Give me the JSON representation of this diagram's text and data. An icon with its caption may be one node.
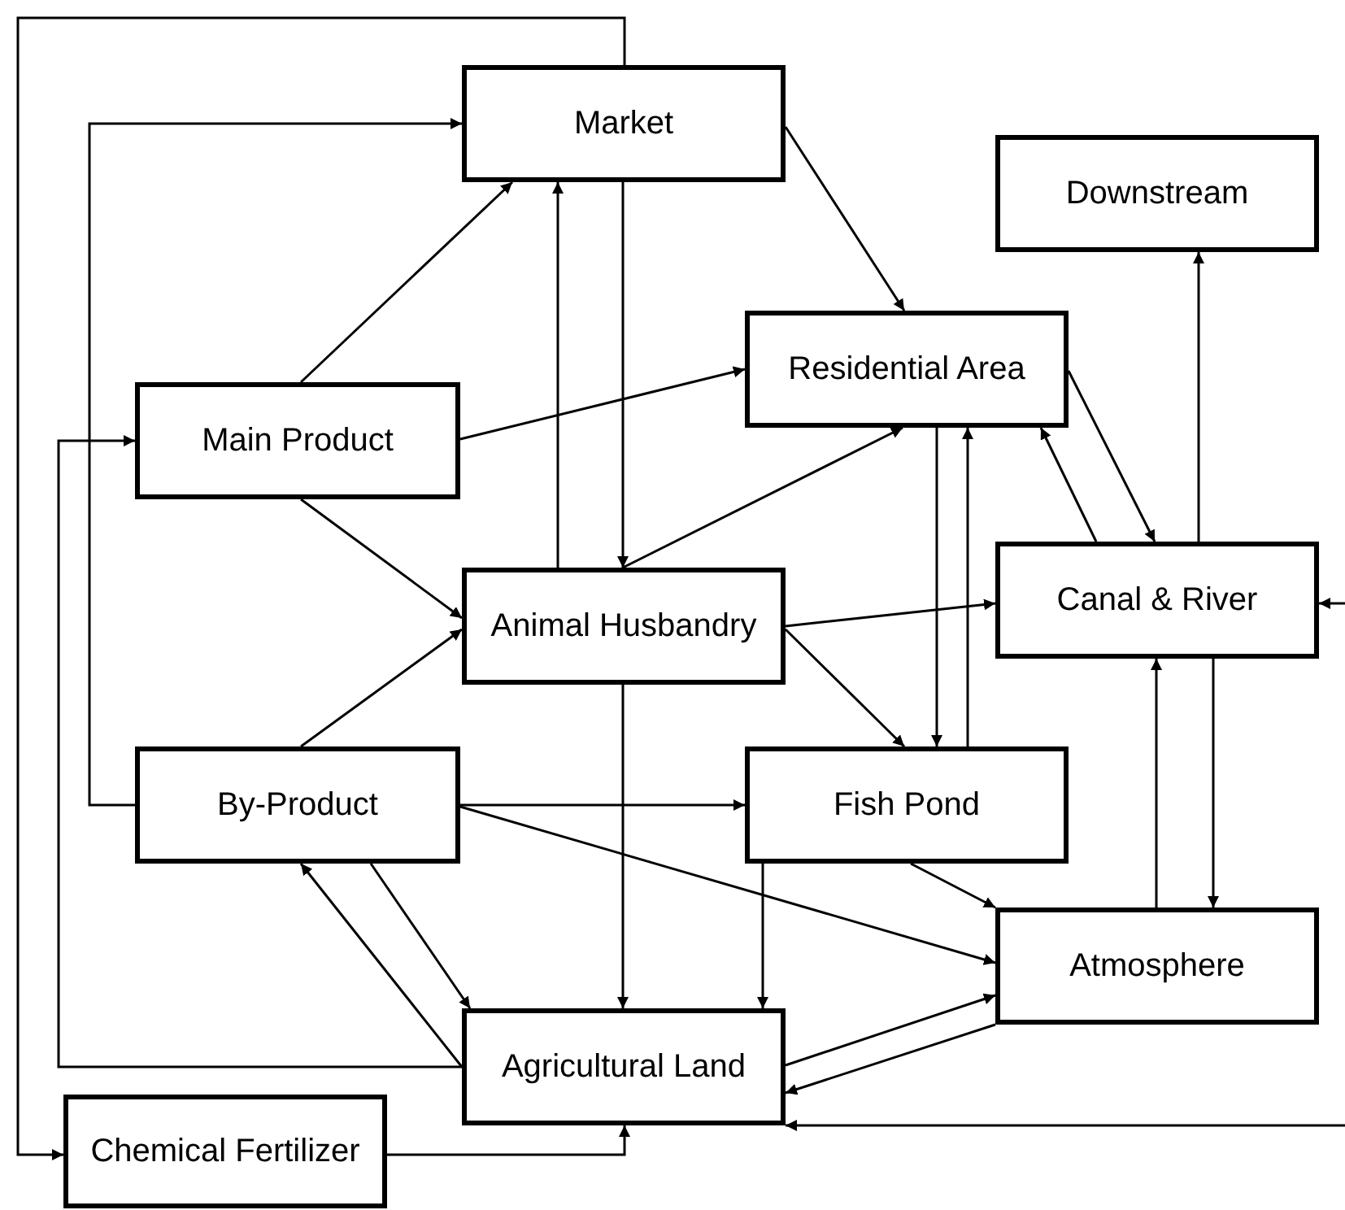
{
  "diagram": {
    "nodes": [
      {
        "text": [
          "Market"
        ]
      },
      {
        "text": [
          "Downstream"
        ]
      },
      {
        "text": [
          "Residential Area"
        ]
      },
      {
        "text": [
          "Main Product"
        ]
      },
      {
        "text": [
          "Animal Husbandry"
        ]
      },
      {
        "text": [
          "Canal & River"
        ]
      },
      {
        "text": [
          "By-Product"
        ]
      },
      {
        "text": [
          "Fish Pond"
        ]
      },
      {
        "text": [
          "Atmosphere"
        ]
      },
      {
        "text": [
          "Agricultural Land"
        ]
      },
      {
        "text": [
          "Chemical Fertilizer"
        ]
      }
    ],
    "edges": [
      {
        "from": 0,
        "to": 10,
        "arrow": "to"
      },
      {
        "from": 6,
        "to": 0,
        "arrow": "to"
      },
      {
        "from": 9,
        "to": 3,
        "arrow": "to"
      },
      {
        "from": 3,
        "to": 0,
        "arrow": "to"
      },
      {
        "from": 3,
        "to": 2,
        "arrow": "to"
      },
      {
        "from": 3,
        "to": 4,
        "arrow": "to"
      },
      {
        "from": 4,
        "to": 0,
        "arrow": "to"
      },
      {
        "from": 0,
        "to": 4,
        "arrow": "to"
      },
      {
        "from": 0,
        "to": 2,
        "arrow": "to"
      },
      {
        "from": 4,
        "to": 2,
        "arrow": "to"
      },
      {
        "from": 4,
        "to": 5,
        "arrow": "to"
      },
      {
        "from": 4,
        "to": 7,
        "arrow": "to"
      },
      {
        "from": 4,
        "to": 9,
        "arrow": "to"
      },
      {
        "from": 6,
        "to": 4,
        "arrow": "to"
      },
      {
        "from": 6,
        "to": 7,
        "arrow": "to"
      },
      {
        "from": 6,
        "to": 8,
        "arrow": "to"
      },
      {
        "from": 6,
        "to": 9,
        "arrow": "to"
      },
      {
        "from": 9,
        "to": 6,
        "arrow": "to"
      },
      {
        "from": 2,
        "to": 7,
        "arrow": "to"
      },
      {
        "from": 7,
        "to": 2,
        "arrow": "to"
      },
      {
        "from": 2,
        "to": 5,
        "arrow": "to"
      },
      {
        "from": 5,
        "to": 2,
        "arrow": "to"
      },
      {
        "from": 5,
        "to": 1,
        "arrow": "to"
      },
      {
        "from": 7,
        "to": 9,
        "arrow": "to"
      },
      {
        "from": 7,
        "to": 8,
        "arrow": "to"
      },
      {
        "from": 8,
        "to": 5,
        "arrow": "to"
      },
      {
        "from": 5,
        "to": 8,
        "arrow": "to"
      },
      {
        "from": 9,
        "to": 8,
        "arrow": "to"
      },
      {
        "from": 8,
        "to": 9,
        "arrow": "to"
      },
      {
        "from": 10,
        "to": 9,
        "arrow": "to"
      },
      {
        "from": null,
        "to": 5,
        "arrow": "to"
      },
      {
        "from": null,
        "to": 9,
        "arrow": "to"
      }
    ]
  }
}
